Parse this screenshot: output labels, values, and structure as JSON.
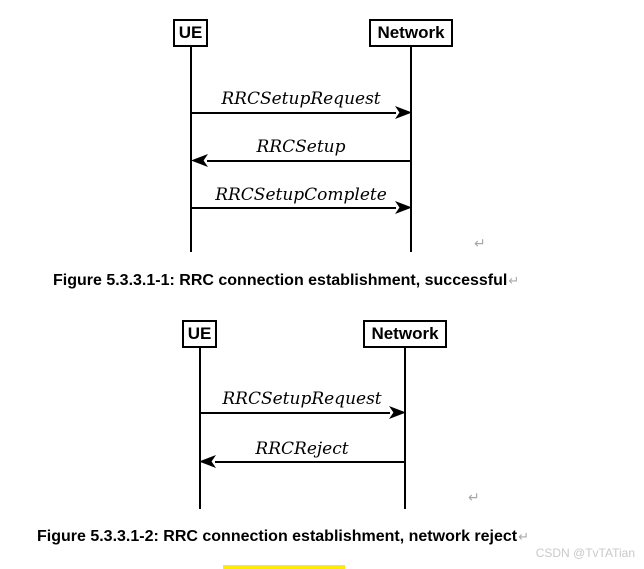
{
  "colors": {
    "diagram_ink": "#000000",
    "caption_text": "#000000",
    "return_mark": "#a8a8a8",
    "watermark_text": "#c9c9c9",
    "highlight": "#ffeb00",
    "background": "#ffffff"
  },
  "icons": {
    "return_mark": "↵"
  },
  "diagrams": [
    {
      "actors": [
        {
          "label": "UE"
        },
        {
          "label": "Network"
        }
      ],
      "messages": [
        {
          "label": "RRCSetupRequest",
          "direction": "right"
        },
        {
          "label": "RRCSetup",
          "direction": "left"
        },
        {
          "label": "RRCSetupComplete",
          "direction": "right"
        }
      ],
      "caption": "Figure 5.3.3.1-1: RRC connection establishment, successful"
    },
    {
      "actors": [
        {
          "label": "UE"
        },
        {
          "label": "Network"
        }
      ],
      "messages": [
        {
          "label": "RRCSetupRequest",
          "direction": "right"
        },
        {
          "label": "RRCReject",
          "direction": "left"
        }
      ],
      "caption": "Figure 5.3.3.1-2: RRC connection establishment, network reject"
    }
  ],
  "watermark": "CSDN @TvTATian"
}
